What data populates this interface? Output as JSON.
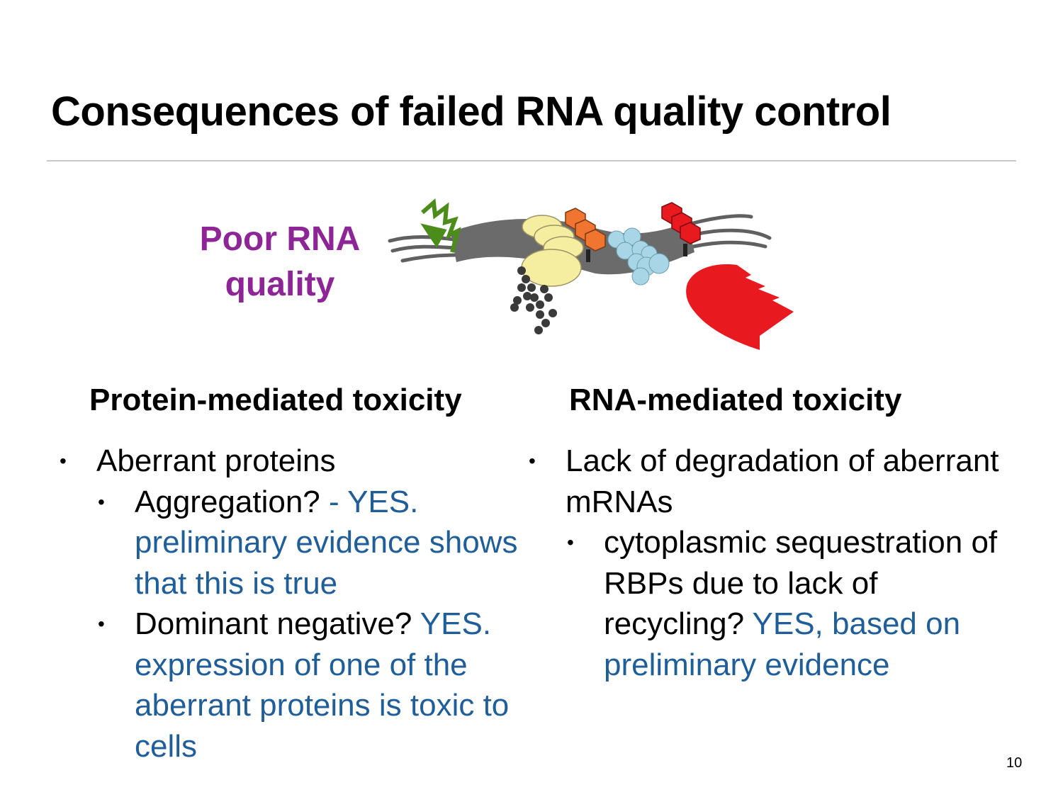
{
  "slide": {
    "title": "Consequences of failed RNA quality control",
    "poor_quality_label_line1": "Poor RNA",
    "poor_quality_label_line2": "quality",
    "page_number": "10"
  },
  "left": {
    "heading": "Protein-mediated toxicity",
    "bullet1": "Aberrant proteins",
    "sub1_black": "Aggregation? ",
    "sub1_blue": "- YES. preliminary evidence shows that this is true",
    "sub2_black": "Dominant negative? ",
    "sub2_blue": "YES. expression of one of the aberrant proteins is toxic to cells"
  },
  "right": {
    "heading": "RNA-mediated toxicity",
    "bullet1": "Lack of degradation of aberrant mRNAs",
    "sub1_black": "cytoplasmic sequestration of RBPs due to lack of recycling? ",
    "sub1_blue": "YES, based on preliminary evidence"
  },
  "bullet_glyph": "•",
  "colors": {
    "title": "#000000",
    "poor_quality": "#8e2596",
    "answer_blue": "#1f5e99",
    "rule": "#c9c9c9",
    "ribosome": "#f5eda0",
    "rbp_blue": "#a8d6e6",
    "orange_protein": "#f07530",
    "red_protein": "#e8191f",
    "green_factor": "#4c8c1a",
    "rna_strand": "#606060"
  }
}
